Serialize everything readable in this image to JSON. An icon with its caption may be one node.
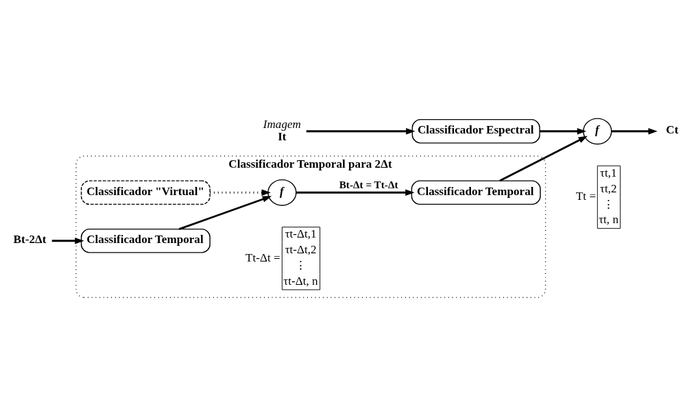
{
  "diagram": {
    "nodes": [
      {
        "text": [
          "Imagem",
          "It"
        ]
      },
      {
        "text": [
          "Classificador Espectral"
        ]
      },
      {
        "text": [
          "f"
        ]
      },
      {
        "text": [
          "Ct"
        ]
      },
      {
        "text": [
          "Classificador Temporal para 2Δt"
        ]
      },
      {
        "text": [
          "Classificador \"Virtual\""
        ],
        "in": 4
      },
      {
        "text": [
          "f"
        ],
        "in": 4
      },
      {
        "text": [
          "Classificador Temporal"
        ],
        "in": 4
      },
      {
        "text": [
          "Bt-2Δt"
        ]
      },
      {
        "text": [
          "Classificador Temporal"
        ],
        "in": 4
      }
    ],
    "edges": [
      {
        "from": 0,
        "to": 1,
        "arrow": "to"
      },
      {
        "from": 1,
        "to": 2,
        "arrow": "to"
      },
      {
        "from": 2,
        "to": 3,
        "arrow": "to"
      },
      {
        "from": 5,
        "to": 6,
        "arrow": "to",
        "style": "dashed"
      },
      {
        "from": 6,
        "to": 7,
        "arrow": "to",
        "label": "Bt-Δt = Tt-Δt"
      },
      {
        "from": 7,
        "to": 2,
        "arrow": "to"
      },
      {
        "from": 8,
        "to": 9,
        "arrow": "to"
      },
      {
        "from": 9,
        "to": 6,
        "arrow": "to"
      }
    ],
    "labels": [
      "Tt =",
      "τt,1",
      "τt,2",
      "⋮",
      "τt, n",
      "Tt-Δt =",
      "τt-Δt,1",
      "τt-Δt,2",
      "⋮",
      "τt-Δt, n"
    ]
  }
}
